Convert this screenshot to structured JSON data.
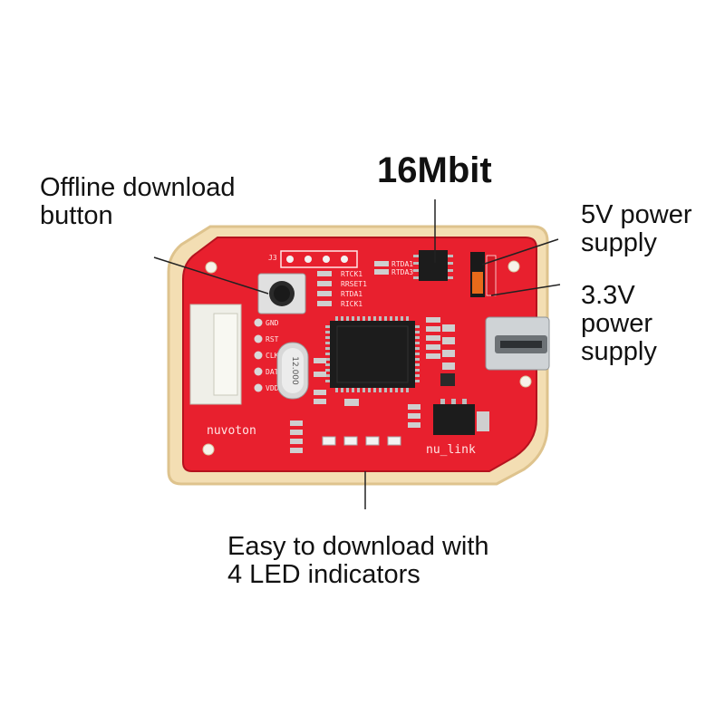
{
  "callouts": {
    "offline_button": {
      "line1": "Offline download",
      "line2": "button"
    },
    "flash": {
      "label": "16Mbit"
    },
    "power_5v": {
      "line1": "5V power",
      "line2": "supply"
    },
    "power_33v": {
      "line1": "3.3V",
      "line2": "power",
      "line3": "supply"
    },
    "leds": {
      "line1": "Easy to download with",
      "line2": "4 LED indicators"
    }
  },
  "board": {
    "brand": "nuvoton",
    "model": "nu_link",
    "crystal": "12.000",
    "pins": [
      "GND",
      "RST",
      "CLK",
      "DAT",
      "VDD"
    ],
    "rt_labels": [
      "RTCK1",
      "RRSET1",
      "RTDA1",
      "RICK1"
    ],
    "rtda_labels": [
      "RTDA1",
      "RTDA3"
    ],
    "header_label": "J3"
  },
  "colors": {
    "pcb": "#e8202e",
    "pcb_dark": "#b5121e",
    "case": "#f1d9a6",
    "silkscreen": "#ffe6e6",
    "chip": "#1c1c1c"
  }
}
